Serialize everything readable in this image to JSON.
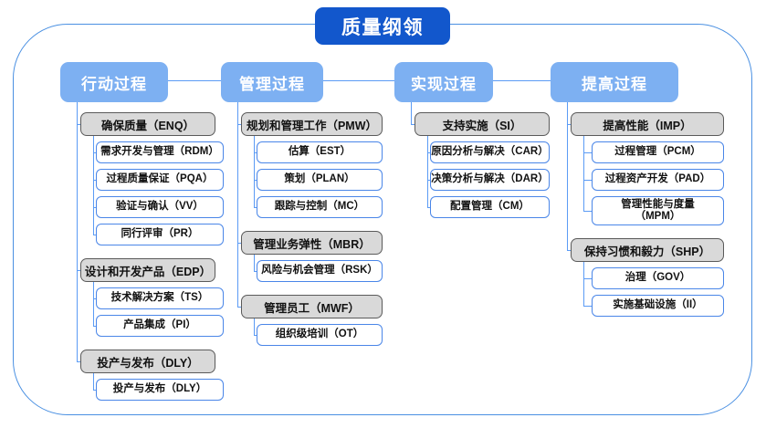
{
  "diagram": {
    "title": "质量纲领",
    "type": "tree",
    "columns": [
      {
        "header": "行动过程",
        "groups": [
          {
            "label": "确保质量（ENQ）",
            "items": [
              "需求开发与管理（RDM）",
              "过程质量保证（PQA）",
              "验证与确认（VV）",
              "同行评审（PR）"
            ]
          },
          {
            "label": "设计和开发产品（EDP）",
            "items": [
              "技术解决方案（TS）",
              "产品集成（PI）"
            ]
          },
          {
            "label": "投产与发布（DLY）",
            "items": [
              "投产与发布（DLY）"
            ]
          }
        ]
      },
      {
        "header": "管理过程",
        "groups": [
          {
            "label": "规划和管理工作（PMW）",
            "items": [
              "估算（EST）",
              "策划（PLAN）",
              "跟踪与控制（MC）"
            ]
          },
          {
            "label": "管理业务弹性（MBR）",
            "items": [
              "风险与机会管理（RSK）"
            ]
          },
          {
            "label": "管理员工（MWF）",
            "items": [
              "组织级培训（OT）"
            ]
          }
        ]
      },
      {
        "header": "实现过程",
        "groups": [
          {
            "label": "支持实施（SI）",
            "items": [
              "原因分析与解决（CAR）",
              "决策分析与解决（DAR）",
              "配置管理（CM）"
            ]
          }
        ]
      },
      {
        "header": "提高过程",
        "groups": [
          {
            "label": "提高性能（IMP）",
            "items": [
              "过程管理（PCM）",
              "过程资产开发（PAD）",
              "管理性能与度量\n（MPM）"
            ]
          },
          {
            "label": "保持习惯和毅力（SHP）",
            "items": [
              "治理（GOV）",
              "实施基础设施（II）"
            ]
          }
        ]
      }
    ]
  },
  "colors": {
    "root_fill": "#1257cc",
    "header_fill": "#7db0f2",
    "group_fill": "#d9d9d9",
    "group_border": "#5a5a5a",
    "leaf_border": "#4a86e8",
    "connector": "#5b9bf5",
    "frame_border": "#4a90e2",
    "background": "#ffffff"
  }
}
